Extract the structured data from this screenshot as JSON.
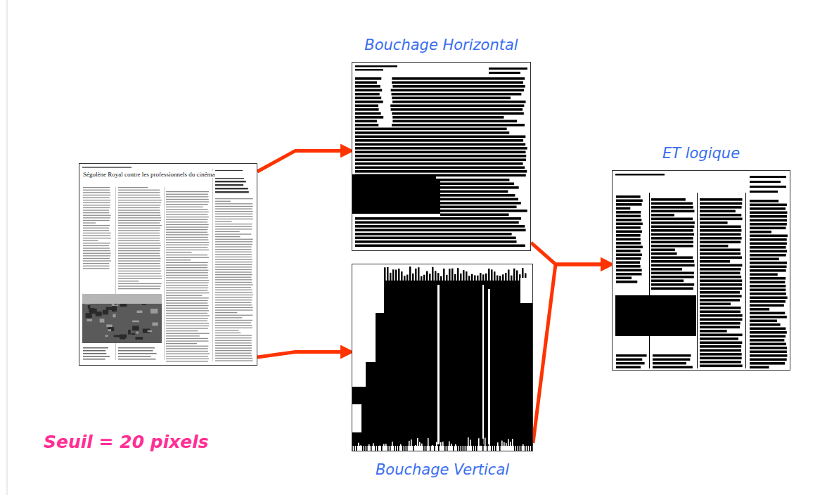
{
  "diagram": {
    "nodes": [
      {
        "text": [
          "Ségolène Royal contre les professionnels du cinéma"
        ]
      },
      {
        "text": [
          "Bouchage Horizontal"
        ]
      },
      {
        "text": [
          "Bouchage Vertical"
        ]
      },
      {
        "text": [
          "ET logique"
        ]
      }
    ],
    "edges": [
      {
        "from": 0,
        "to": 1,
        "arrow": "to"
      },
      {
        "from": 0,
        "to": 2,
        "arrow": "to"
      },
      {
        "from": 1,
        "to": 3,
        "arrow": "to"
      },
      {
        "from": 2,
        "to": 3,
        "arrow": "to"
      }
    ],
    "labels": [
      "Seuil = 20 pixels"
    ]
  }
}
